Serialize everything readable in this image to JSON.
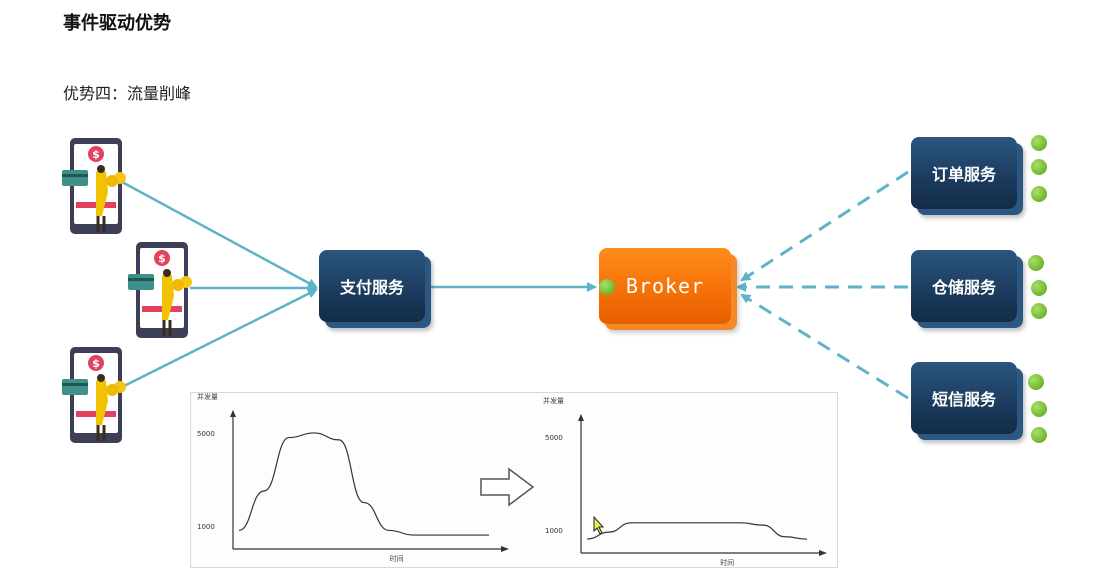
{
  "page": {
    "title": "事件驱动优势",
    "subtitle": "优势四：流量削峰"
  },
  "nodes": {
    "payment": "支付服务",
    "broker": "Broker",
    "order": "订单服务",
    "storage": "仓储服务",
    "sms": "短信服务"
  },
  "icons": {
    "coin_symbol": "$"
  },
  "colors": {
    "navy": "#1b3a5c",
    "broker_orange": "#f46f07",
    "arrow_teal": "#5fb3c6",
    "dot_green": "#7cc13a"
  },
  "chart_data": [
    {
      "type": "line",
      "title": "",
      "ylabel": "并发量",
      "xlabel": "时间",
      "yticks": [
        "5000",
        "1000"
      ],
      "x": [
        0,
        0.1,
        0.2,
        0.3,
        0.4,
        0.5,
        0.6,
        0.7,
        0.8,
        1.0
      ],
      "values": [
        800,
        2500,
        4800,
        5000,
        4700,
        2000,
        800,
        600,
        600,
        600
      ]
    },
    {
      "type": "line",
      "title": "",
      "ylabel": "并发量",
      "xlabel": "时间",
      "yticks": [
        "5000",
        "1000"
      ],
      "x": [
        0,
        0.1,
        0.2,
        0.3,
        0.5,
        0.7,
        0.8,
        0.9,
        1.0
      ],
      "values": [
        600,
        900,
        1300,
        1300,
        1300,
        1300,
        1200,
        700,
        600
      ]
    }
  ]
}
